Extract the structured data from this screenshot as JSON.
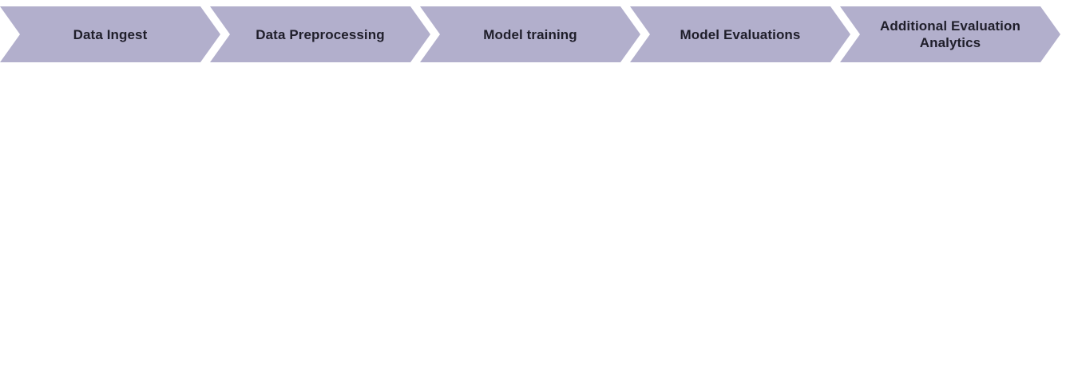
{
  "diagram": {
    "type": "process-flow",
    "steps": [
      {
        "label": "Data Ingest"
      },
      {
        "label": "Data Preprocessing"
      },
      {
        "label": "Model training"
      },
      {
        "label": "Model Evaluations"
      },
      {
        "label": "Additional Evaluation Analytics"
      }
    ],
    "colors": {
      "chevron_fill": "#b2afcc",
      "label_text": "#1f1e2a",
      "background": "#ffffff"
    }
  }
}
